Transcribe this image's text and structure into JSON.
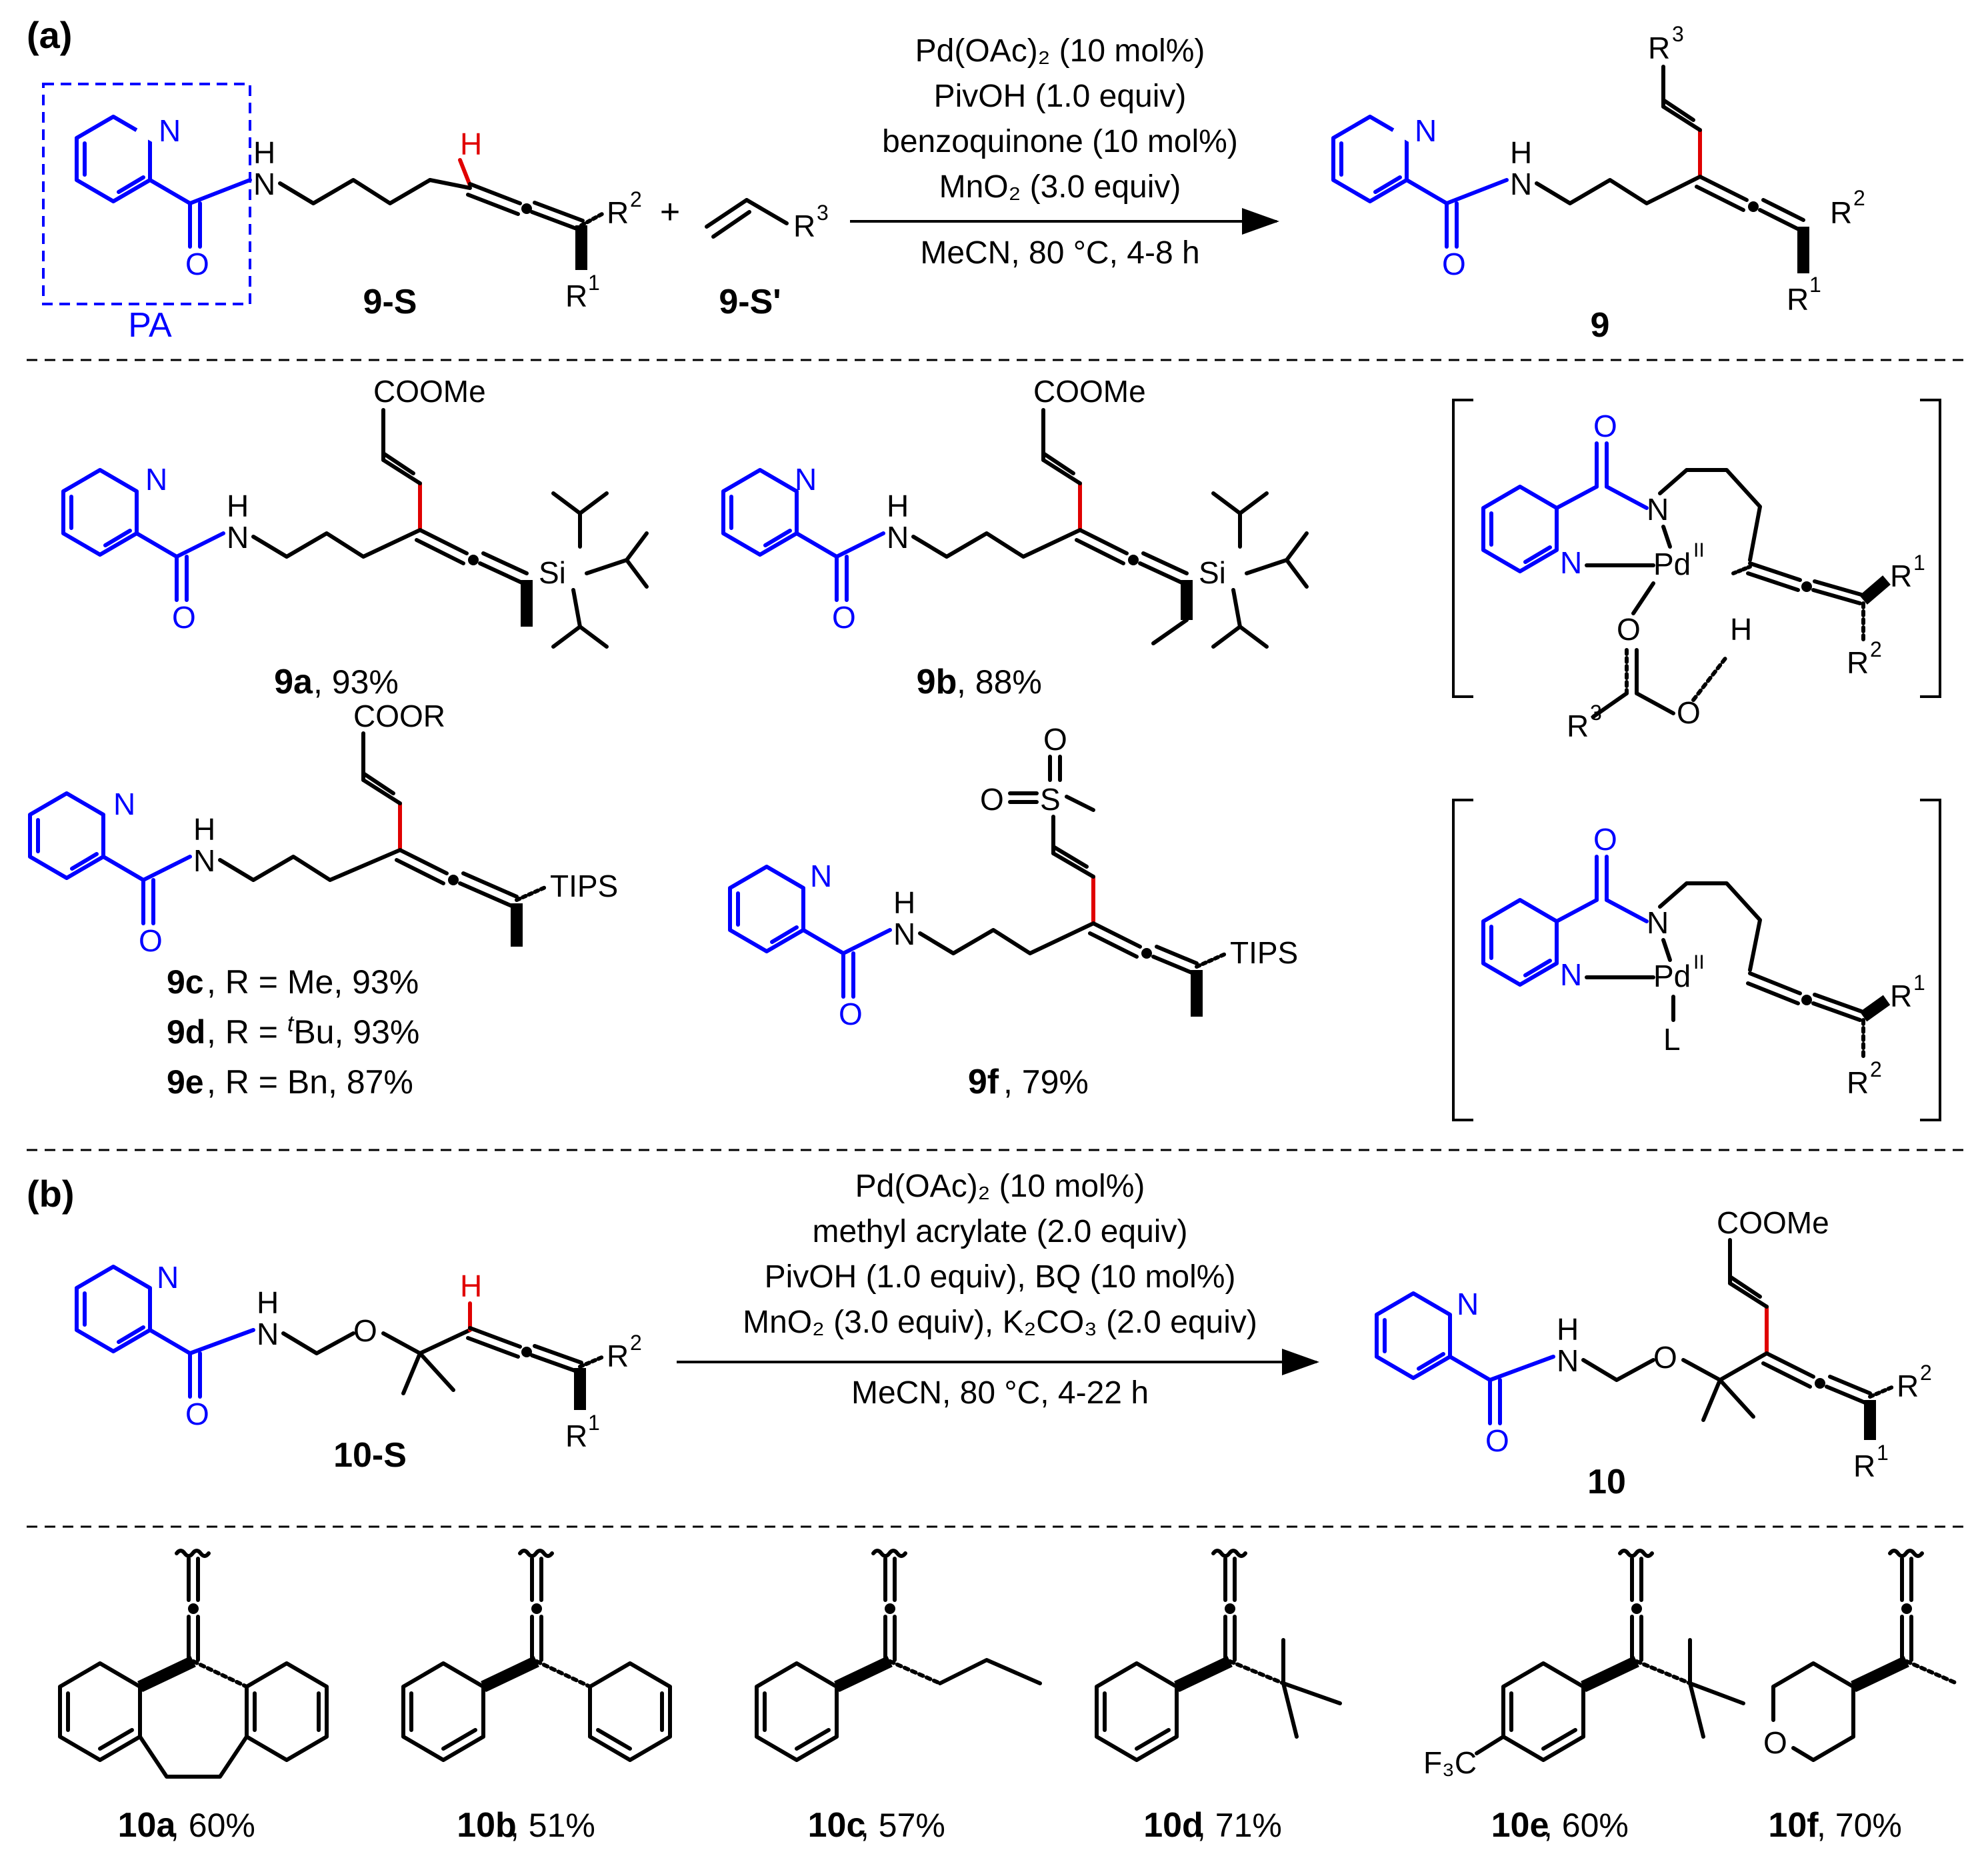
{
  "panels": {
    "a": "(a)",
    "b": "(b)"
  },
  "conditions_a": [
    "Pd(OAc)₂ (10 mol%)",
    "PivOH (1.0 equiv)",
    "benzoquinone (10 mol%)",
    "MnO₂ (3.0 equiv)",
    "MeCN, 80 °C, 4-8 h"
  ],
  "conditions_b": [
    "Pd(OAc)₂ (10 mol%)",
    "methyl acrylate (2.0 equiv)",
    "PivOH (1.0 equiv), BQ (10 mol%)",
    "MnO₂ (3.0 equiv), K₂CO₃ (2.0 equiv)",
    "MeCN, 80 °C, 4-22 h"
  ],
  "labels": {
    "pa": "PA",
    "sm_9": "9-S",
    "sm_9b": "9-S'",
    "prod_9": "9",
    "sm_10": "10-S",
    "prod_10": "10",
    "plus": "+"
  },
  "atoms": {
    "N": "N",
    "O": "O",
    "H": "H",
    "Si": "Si",
    "Pd": "Pd",
    "L": "L",
    "S": "S",
    "R1": "R",
    "R2": "R",
    "R3": "R",
    "sup1": "1",
    "sup2": "2",
    "sup3": "3",
    "II": "II",
    "COOMe": "COOMe",
    "COOR": "COOR",
    "TIPS": "TIPS",
    "F3C": "F₃C"
  },
  "products_a": [
    {
      "id": "9a",
      "yield": ", 93%"
    },
    {
      "id": "9b",
      "yield": ", 88%"
    },
    {
      "id": "9c",
      "yield": ", R = Me, 93%"
    },
    {
      "id": "9d",
      "yield_pre": ", R = ",
      "yield_t": "t",
      "yield_post": "Bu, 93%"
    },
    {
      "id": "9e",
      "yield": ", R = Bn, 87%"
    },
    {
      "id": "9f",
      "yield": ", 79%"
    }
  ],
  "products_b": [
    {
      "id": "10a",
      "yield": ", 60%"
    },
    {
      "id": "10b",
      "yield": ", 51%"
    },
    {
      "id": "10c",
      "yield": ", 57%"
    },
    {
      "id": "10d",
      "yield": ", 71%"
    },
    {
      "id": "10e",
      "yield": ", 60%"
    },
    {
      "id": "10f",
      "yield": ", 70%"
    }
  ],
  "colors": {
    "directing_group": "#0000ff",
    "new_bond": "#e00000",
    "ink": "#000000"
  }
}
